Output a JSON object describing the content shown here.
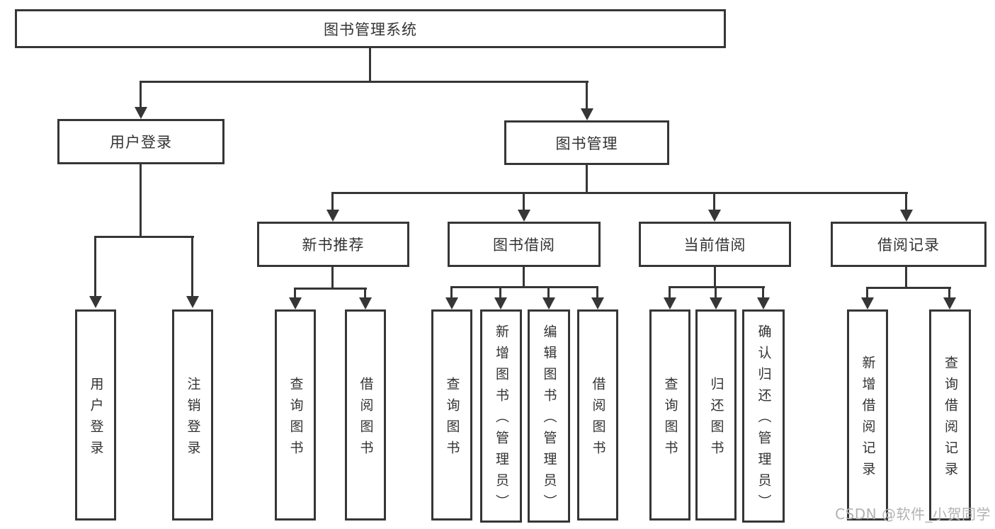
{
  "diagram": {
    "root": "图书管理系统",
    "user_login": {
      "label": "用户登录",
      "children": [
        "用户登录",
        "注销登录"
      ]
    },
    "book_management": {
      "label": "图书管理",
      "sections": [
        {
          "label": "新书推荐",
          "children": [
            "查询图书",
            "借阅图书"
          ]
        },
        {
          "label": "图书借阅",
          "children": [
            "查询图书",
            "新增图书（管理员）",
            "编辑图书（管理员）",
            "借阅图书"
          ]
        },
        {
          "label": "当前借阅",
          "children": [
            "查询图书",
            "归还图书",
            "确认归还（管理员）"
          ]
        },
        {
          "label": "借阅记录",
          "children": [
            "新增借阅记录",
            "查询借阅记录"
          ]
        }
      ]
    }
  },
  "watermark": "CSDN @软件_小贺同学",
  "colors": {
    "line": "#363636",
    "text": "#333333",
    "watermark": "#b2b2b2",
    "background": "#ffffff"
  }
}
